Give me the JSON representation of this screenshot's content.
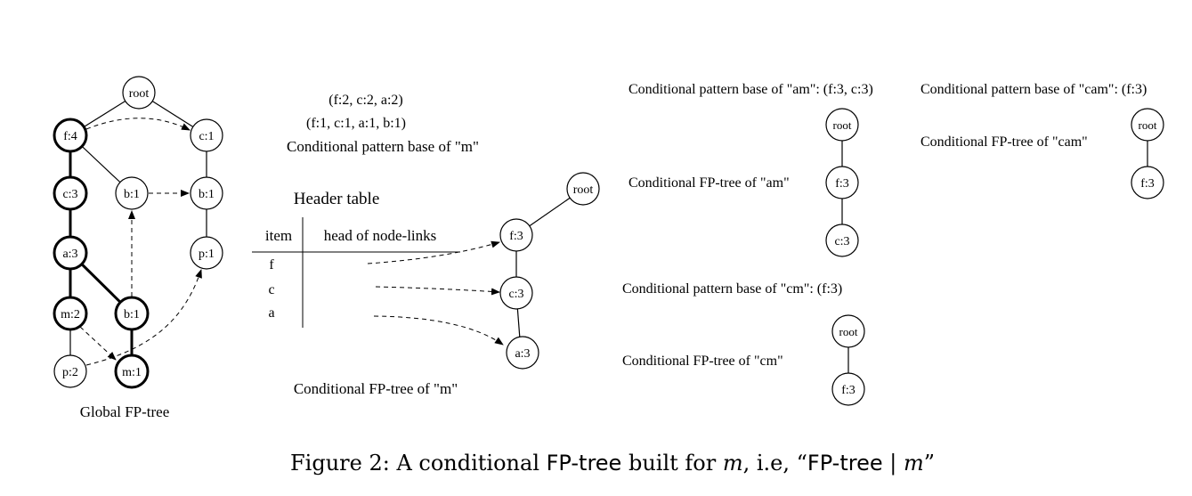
{
  "global_tree": {
    "title": "Global FP-tree",
    "nodes": {
      "root": "root",
      "f4": "f:4",
      "c1": "c:1",
      "c3": "c:3",
      "b1a": "b:1",
      "b1b": "b:1",
      "a3": "a:3",
      "p1": "p:1",
      "m2": "m:2",
      "b1c": "b:1",
      "p2": "p:2",
      "m1": "m:1"
    }
  },
  "pattern_base_m": {
    "line1": "(f:2, c:2, a:2)",
    "line2": "(f:1, c:1, a:1, b:1)",
    "title": "Conditional pattern base of \"m\""
  },
  "header_table": {
    "title": "Header table",
    "col_item": "item",
    "col_head": "head of node-links",
    "items": [
      "f",
      "c",
      "a"
    ]
  },
  "cond_tree_m": {
    "title": "Conditional FP-tree of \"m\"",
    "nodes": {
      "root": "root",
      "f": "f:3",
      "c": "c:3",
      "a": "a:3"
    }
  },
  "am": {
    "pattern_base": "Conditional pattern base of \"am\": (f:3, c:3)",
    "tree_title": "Conditional FP-tree of \"am\"",
    "nodes": {
      "root": "root",
      "f": "f:3",
      "c": "c:3"
    }
  },
  "cam": {
    "pattern_base": "Conditional pattern base of \"cam\": (f:3)",
    "tree_title": "Conditional FP-tree of \"cam\"",
    "nodes": {
      "root": "root",
      "f": "f:3"
    }
  },
  "cm": {
    "pattern_base": "Conditional pattern base of \"cm\": (f:3)",
    "tree_title": "Conditional FP-tree of \"cm\"",
    "nodes": {
      "root": "root",
      "f": "f:3"
    }
  },
  "caption": {
    "prefix": "Figure 2: A conditional ",
    "fptree1": "FP-tree",
    "mid": " built for ",
    "m1": "m",
    "mid2": ", i.e, “",
    "fptree2": "FP-tree",
    "bar": " | ",
    "m2": "m",
    "suffix": "”"
  }
}
